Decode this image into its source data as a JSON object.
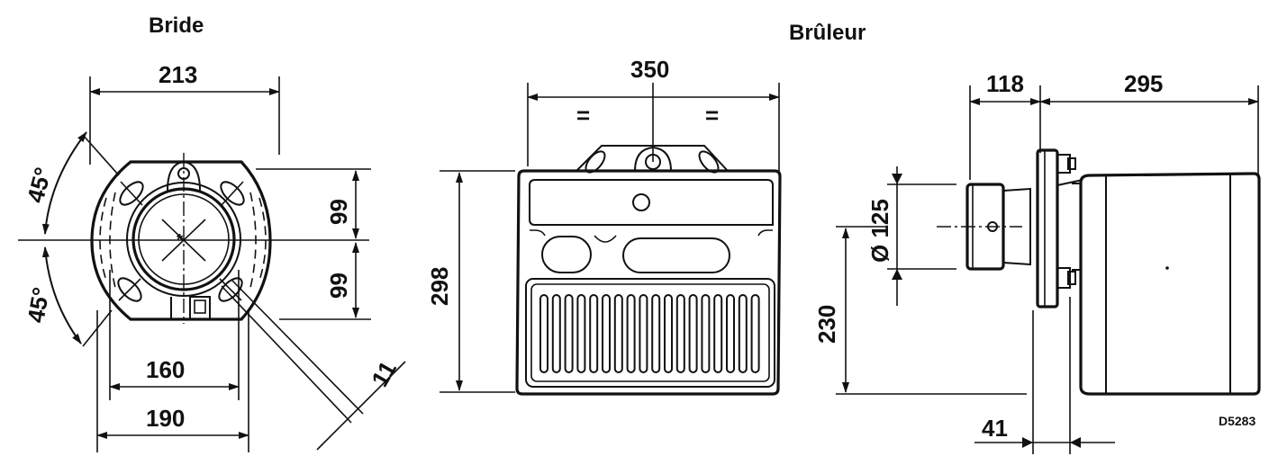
{
  "titles": {
    "flange": "Bride",
    "burner": "Brûleur"
  },
  "flange": {
    "dim_width": "213",
    "dim_angle_top": "45°",
    "dim_angle_bottom": "45°",
    "dim_half_top": "99",
    "dim_half_bottom": "99",
    "dim_160": "160",
    "dim_190": "190",
    "dim_hole": "11"
  },
  "front": {
    "dim_width": "350",
    "equal_left": "=",
    "equal_right": "=",
    "dim_height": "298"
  },
  "side": {
    "dim_118": "118",
    "dim_295": "295",
    "dim_tube": "Ø 125",
    "dim_230": "230",
    "dim_41": "41"
  },
  "drawing_code": "D5283"
}
